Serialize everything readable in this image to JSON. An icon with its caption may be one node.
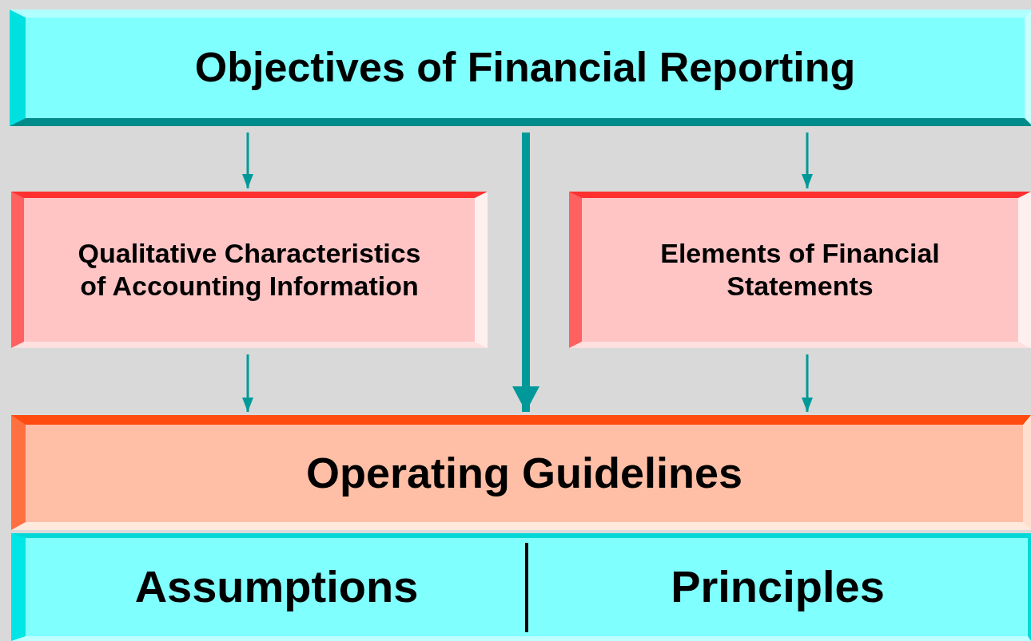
{
  "diagram": {
    "nodes": [
      {
        "text": [
          "Objectives of Financial Reporting"
        ]
      },
      {
        "text": [
          "Qualitative Characteristics of Accounting Information"
        ]
      },
      {
        "text": [
          "Elements of Financial Statements"
        ]
      },
      {
        "text": [
          "Operating Guidelines"
        ]
      },
      {
        "text": [
          "Assumptions"
        ]
      },
      {
        "text": [
          "Principles"
        ]
      }
    ],
    "edges": [
      {
        "from": 0,
        "to": 1,
        "arrow": "to"
      },
      {
        "from": 0,
        "to": 3,
        "arrow": "to",
        "style": "thick"
      },
      {
        "from": 0,
        "to": 2,
        "arrow": "to"
      },
      {
        "from": 1,
        "to": 3,
        "arrow": "to"
      },
      {
        "from": 2,
        "to": 3,
        "arrow": "to"
      }
    ]
  }
}
